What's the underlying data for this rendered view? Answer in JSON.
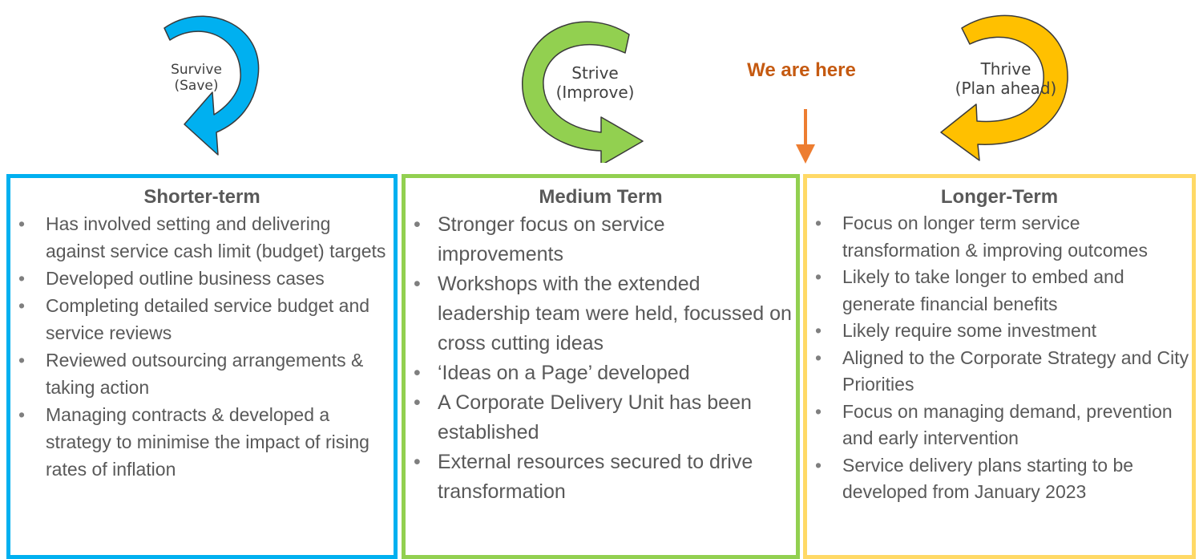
{
  "stages": [
    {
      "title": "Survive",
      "subtitle": "(Save)",
      "color": "#00b0f0",
      "icon": "clockwise-arrow-icon"
    },
    {
      "title": "Strive",
      "subtitle": "(Improve)",
      "color": "#92d050",
      "icon": "counterclockwise-arrow-icon"
    },
    {
      "title": "Thrive",
      "subtitle": "(Plan ahead)",
      "color": "#ffc000",
      "icon": "counterclockwise-arrow-icon"
    }
  ],
  "marker": {
    "text": "We are here",
    "color": "#c55a11",
    "icon": "down-arrow-icon"
  },
  "boxes": [
    {
      "heading": "Shorter-term",
      "border_color": "#00b0f0",
      "items": [
        "Has involved setting and delivering against service cash limit (budget) targets",
        "Developed outline business cases",
        "Completing detailed service budget and service reviews",
        "Reviewed outsourcing arrangements & taking action",
        "Managing contracts & developed a strategy to minimise the impact of rising rates of inflation"
      ]
    },
    {
      "heading": "Medium Term",
      "border_color": "#92d050",
      "items": [
        "Stronger focus on service improvements",
        "Workshops with the extended leadership team were held, focussed on cross cutting ideas",
        "‘Ideas on a Page’ developed",
        "A Corporate Delivery Unit has been established",
        "External resources secured to drive transformation"
      ]
    },
    {
      "heading": "Longer-Term",
      "border_color": "#ffd966",
      "items": [
        "Focus on longer term service transformation & improving outcomes",
        "Likely to take longer to embed and generate financial benefits",
        "Likely require some investment",
        "Aligned to the Corporate Strategy and City Priorities",
        "Focus on managing demand, prevention and early intervention",
        "Service delivery plans starting to be developed from January 2023"
      ]
    }
  ]
}
